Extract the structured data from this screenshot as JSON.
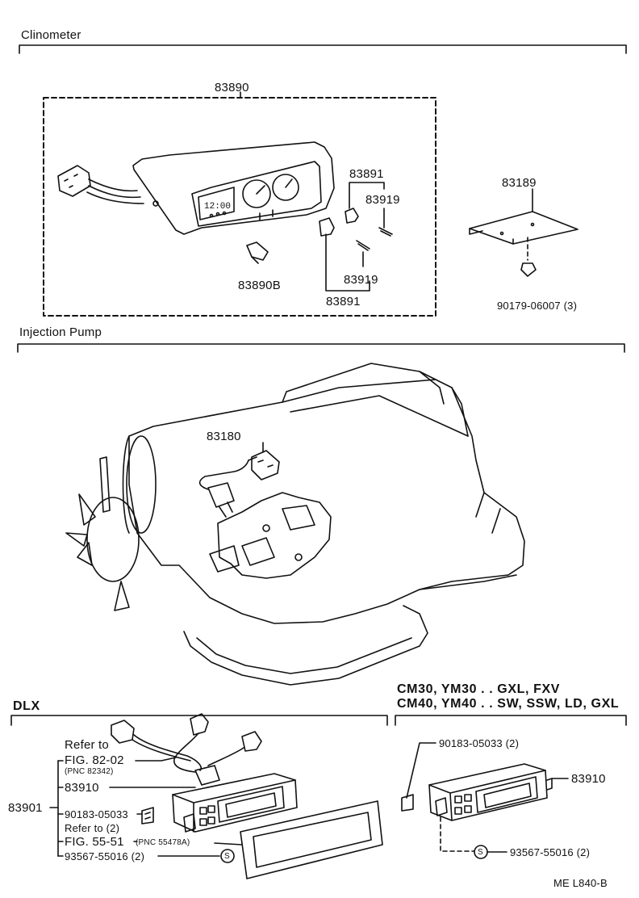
{
  "sections": {
    "clinometer": "Clinometer",
    "injection_pump": "Injection Pump",
    "dlx": "DLX",
    "variants_line1": "CM30, YM30 . . GXL, FXV",
    "variants_line2": "CM40, YM40 . . SW, SSW, LD, GXL"
  },
  "parts": {
    "p83890": "83890",
    "p83891_top": "83891",
    "p83919_top": "83919",
    "p83890b": "83890B",
    "p83919_bottom": "83919",
    "p83891_bottom": "83891",
    "p83189": "83189",
    "p90179": "90179-06007 (3)",
    "p83180": "83180",
    "p83901": "83901",
    "dlx_refer_to_1": "Refer to",
    "dlx_fig_1": "FIG. 82-02",
    "dlx_pnc_1": "(PNC 82342)",
    "dlx_83910": "83910",
    "dlx_90183": "90183-05033",
    "dlx_refer_to_2": "Refer to (2)",
    "dlx_fig_2": "FIG. 55-51",
    "dlx_pnc_2": "(PNC 55478A)",
    "dlx_93567": "93567-55016 (2)",
    "right_90183": "90183-05033 (2)",
    "right_83910": "83910",
    "right_93567": "93567-55016 (2)",
    "s_symbol": "S"
  },
  "footer": {
    "code": "ME  L840-B"
  }
}
